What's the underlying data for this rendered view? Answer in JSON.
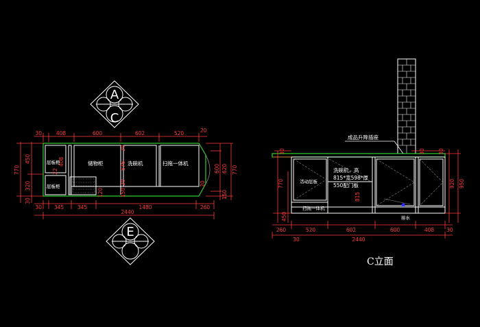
{
  "colors": {
    "background": "#000000",
    "outline": "#ffffff",
    "dimension": "#ff3a3a",
    "counter": "#33cc33",
    "guide": "#8a8a8a",
    "drain": "#2a2aff"
  },
  "symbols": {
    "top": {
      "upper": "A",
      "lower": "C"
    },
    "bottom": {
      "upper": "E"
    }
  },
  "plan": {
    "top_dims": [
      "30",
      "408",
      "600",
      "602",
      "520",
      "20"
    ],
    "bottom_dims": [
      "30",
      "345",
      "345",
      "1480",
      "260"
    ],
    "overall": "2440",
    "left_dims": [
      "770",
      "450",
      "320",
      "30"
    ],
    "right_dims": [
      "600",
      "620",
      "770",
      "150"
    ],
    "inner_dims": [
      "22",
      "408",
      "20",
      "576",
      "20",
      "150",
      "20",
      "120"
    ],
    "labels": {
      "shelf_top": "层板柜",
      "shelf_bottom": "层板柜",
      "storage": "储物柜",
      "dishwasher": "洗碗机",
      "sweeper": "扫拖一体机"
    }
  },
  "elevation": {
    "callout": "成品升降插座",
    "top_dims": [
      "30",
      "30",
      "30"
    ],
    "bottom_dims": [
      "260",
      "520",
      "602",
      "600",
      "408",
      "30"
    ],
    "overall": "2440",
    "left_dims": [
      "770",
      "450"
    ],
    "right_dims": [
      "920",
      "950"
    ],
    "inner_dims": [
      "815"
    ],
    "labels": {
      "drawer": "活动层板",
      "dishwasher_line1": "洗碗机，高",
      "dishwasher_line2": "815*宽598*厚",
      "dishwasher_line3": "550配门板",
      "sweeper": "扫拖一体机",
      "drain": "排水"
    },
    "view_title": "C立面"
  }
}
